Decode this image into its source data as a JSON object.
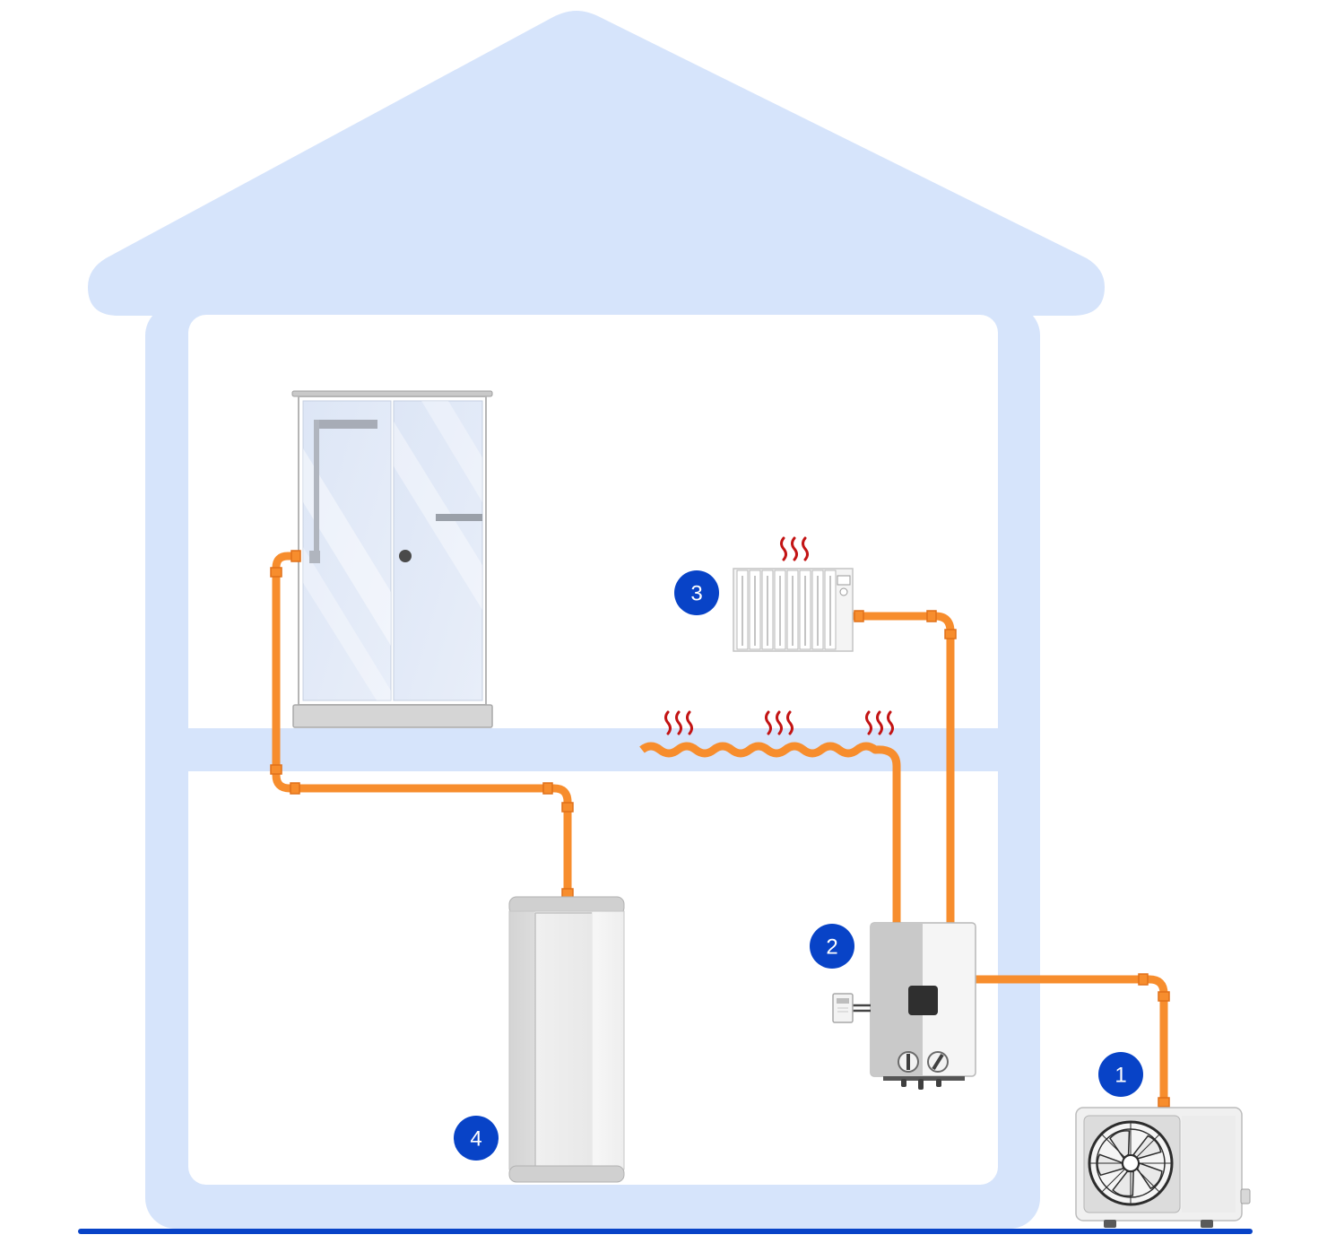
{
  "colors": {
    "house": "#d6e4fb",
    "interior": "#ffffff",
    "pipe": "#f78d2d",
    "badge": "#0843c7",
    "ground": "#0843c7",
    "heat": "#c31414"
  },
  "badges": [
    {
      "id": "outdoor-unit",
      "label": "1"
    },
    {
      "id": "indoor-unit",
      "label": "2"
    },
    {
      "id": "radiator",
      "label": "3"
    },
    {
      "id": "water-tank",
      "label": "4"
    }
  ],
  "icons": {
    "shower": "shower-cabin-icon",
    "radiator": "radiator-icon",
    "underfloor": "underfloor-heating-icon",
    "tank": "hot-water-tank-icon",
    "indoor_unit": "heat-pump-indoor-unit-icon",
    "outdoor_unit": "heat-pump-outdoor-unit-icon",
    "thermostat": "thermostat-icon",
    "heat": "heat-waves-icon"
  }
}
